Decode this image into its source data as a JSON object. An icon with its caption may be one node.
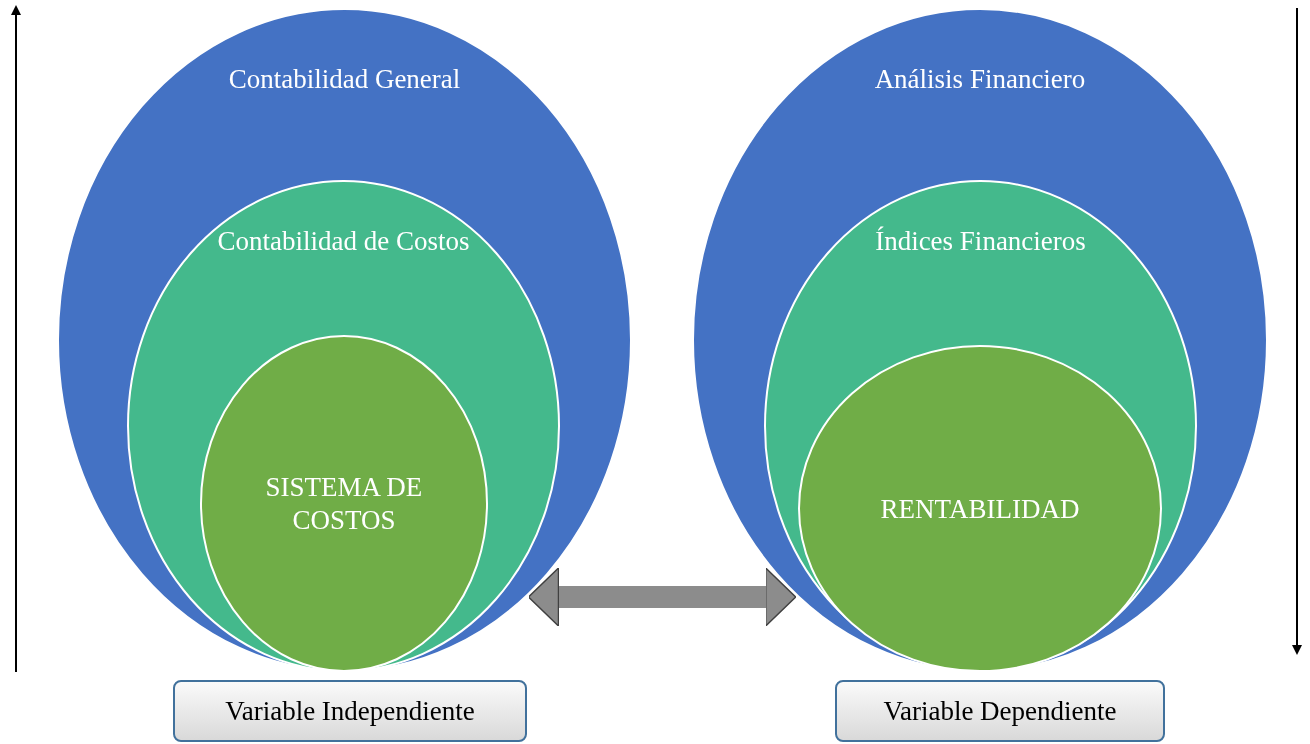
{
  "diagram": {
    "nodes": [
      {
        "text": [
          "Contabilidad General"
        ]
      },
      {
        "text": [
          "Contabilidad de Costos"
        ],
        "in": 0
      },
      {
        "text": [
          "SISTEMA DE COSTOS"
        ],
        "in": 1
      },
      {
        "text": [
          "Análisis Financiero"
        ]
      },
      {
        "text": [
          "Índices Financieros"
        ],
        "in": 3
      },
      {
        "text": [
          "RENTABILIDAD"
        ],
        "in": 4
      },
      {
        "text": [
          "Variable Independiente"
        ]
      },
      {
        "text": [
          "Variable Dependiente"
        ]
      }
    ],
    "edges": [
      {
        "from": 0,
        "to": 3,
        "arrow": "both"
      }
    ]
  }
}
